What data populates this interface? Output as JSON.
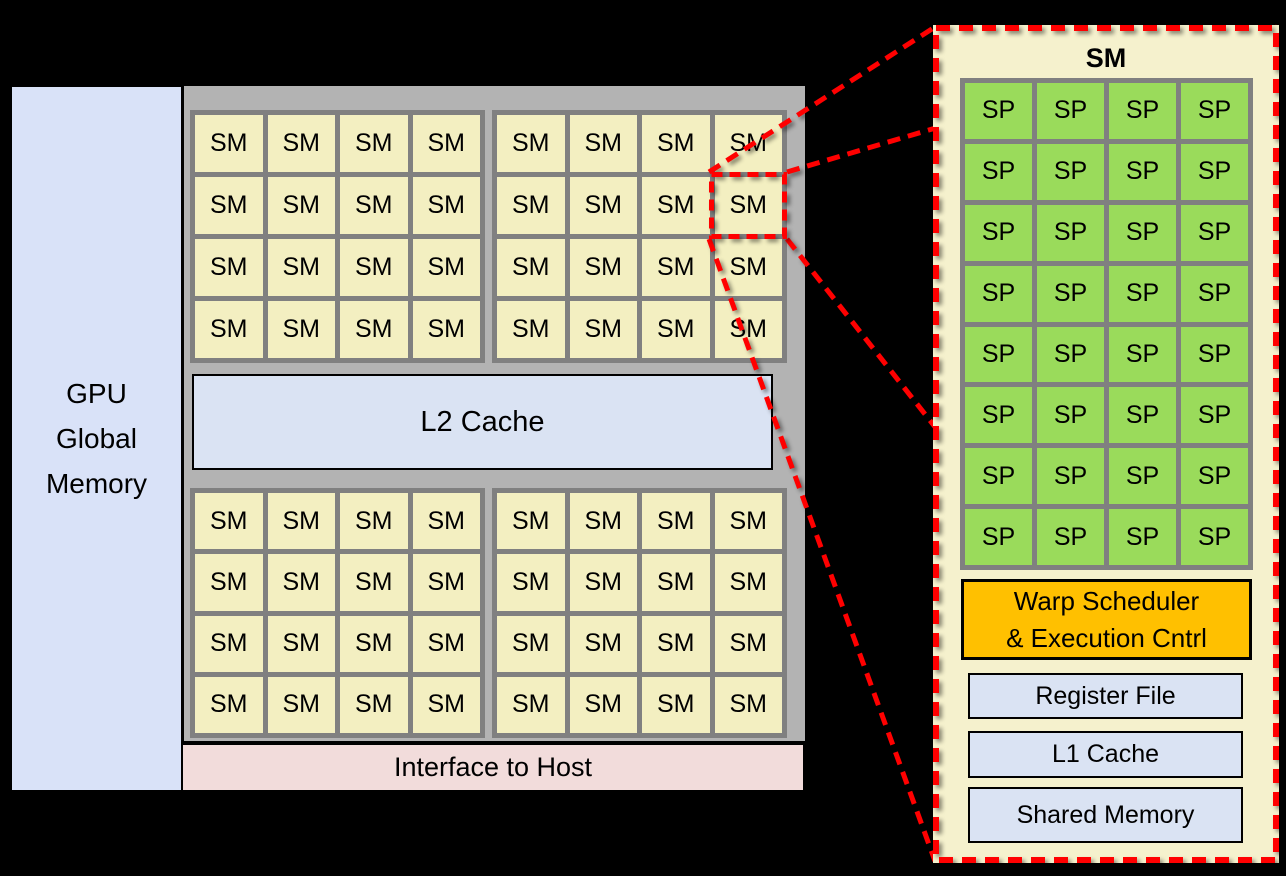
{
  "gpu_global_memory": {
    "label": "GPU Global Memory",
    "label_lines": [
      "GPU",
      "Global",
      "Memory"
    ]
  },
  "chip": {
    "sm_cell_label": "SM",
    "sm_groups": [
      {
        "id": "top-left",
        "rows": 4,
        "cols": 4
      },
      {
        "id": "top-right",
        "rows": 4,
        "cols": 4
      },
      {
        "id": "bottom-left",
        "rows": 4,
        "cols": 4
      },
      {
        "id": "bottom-right",
        "rows": 4,
        "cols": 4
      }
    ],
    "cells_per_group": 16,
    "total_sm_count": 64,
    "l2_cache_label": "L2 Cache",
    "interface_label": "Interface to Host"
  },
  "sm_detail": {
    "title": "SM",
    "sp_cell_label": "SP",
    "sp_rows": 8,
    "sp_cols": 4,
    "sp_count": 32,
    "warp_scheduler_lines": [
      "Warp Scheduler",
      "& Execution Cntrl"
    ],
    "register_file_label": "Register File",
    "l1_cache_label": "L1 Cache",
    "shared_memory_label": "Shared Memory"
  },
  "colors": {
    "background": "#000000",
    "gpu_memory_fill": "#D9E2F8",
    "chip_fill": "#B3B3B3",
    "grid_frame": "#808080",
    "sm_cell_fill": "#F3EFC1",
    "sp_cell_fill": "#9ADB5B",
    "l2_fill": "#DAE3F3",
    "interface_fill": "#F2DCDB",
    "sm_detail_fill": "#F5F1CD",
    "warp_fill": "#FFC000",
    "subbox_fill": "#DAE3F3",
    "highlight_red": "#FF0000"
  }
}
